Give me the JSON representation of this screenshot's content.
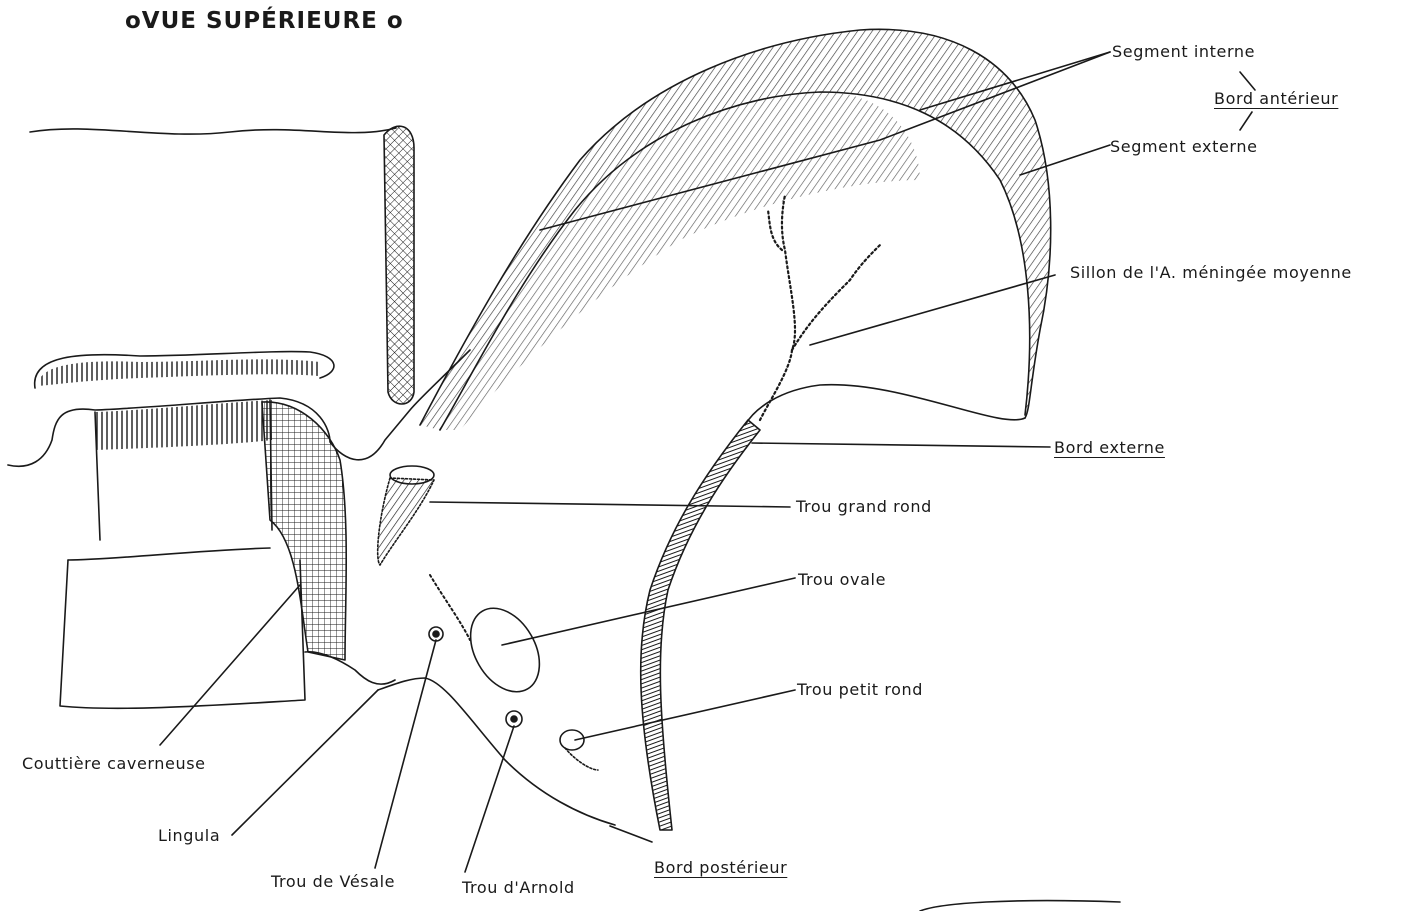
{
  "title": "oVUE SUPÉRIEURE o",
  "labels": {
    "segment_interne": "Segment interne",
    "bord_anterieur": "Bord antérieur",
    "segment_externe": "Segment externe",
    "sillon": "Sillon de l'A. méningée moyenne",
    "bord_externe": "Bord externe",
    "trou_grand_rond": "Trou grand rond",
    "trou_ovale": "Trou ovale",
    "trou_petit_rond": "Trou petit rond",
    "gouttiere": "Couttière caverneuse",
    "lingula": "Lingula",
    "trou_vesale": "Trou de Vésale",
    "trou_arnold": "Trou d'Arnold",
    "bord_posterieur": "Bord postérieur"
  },
  "colors": {
    "ink": "#1a1a1a",
    "paper": "#ffffff"
  }
}
